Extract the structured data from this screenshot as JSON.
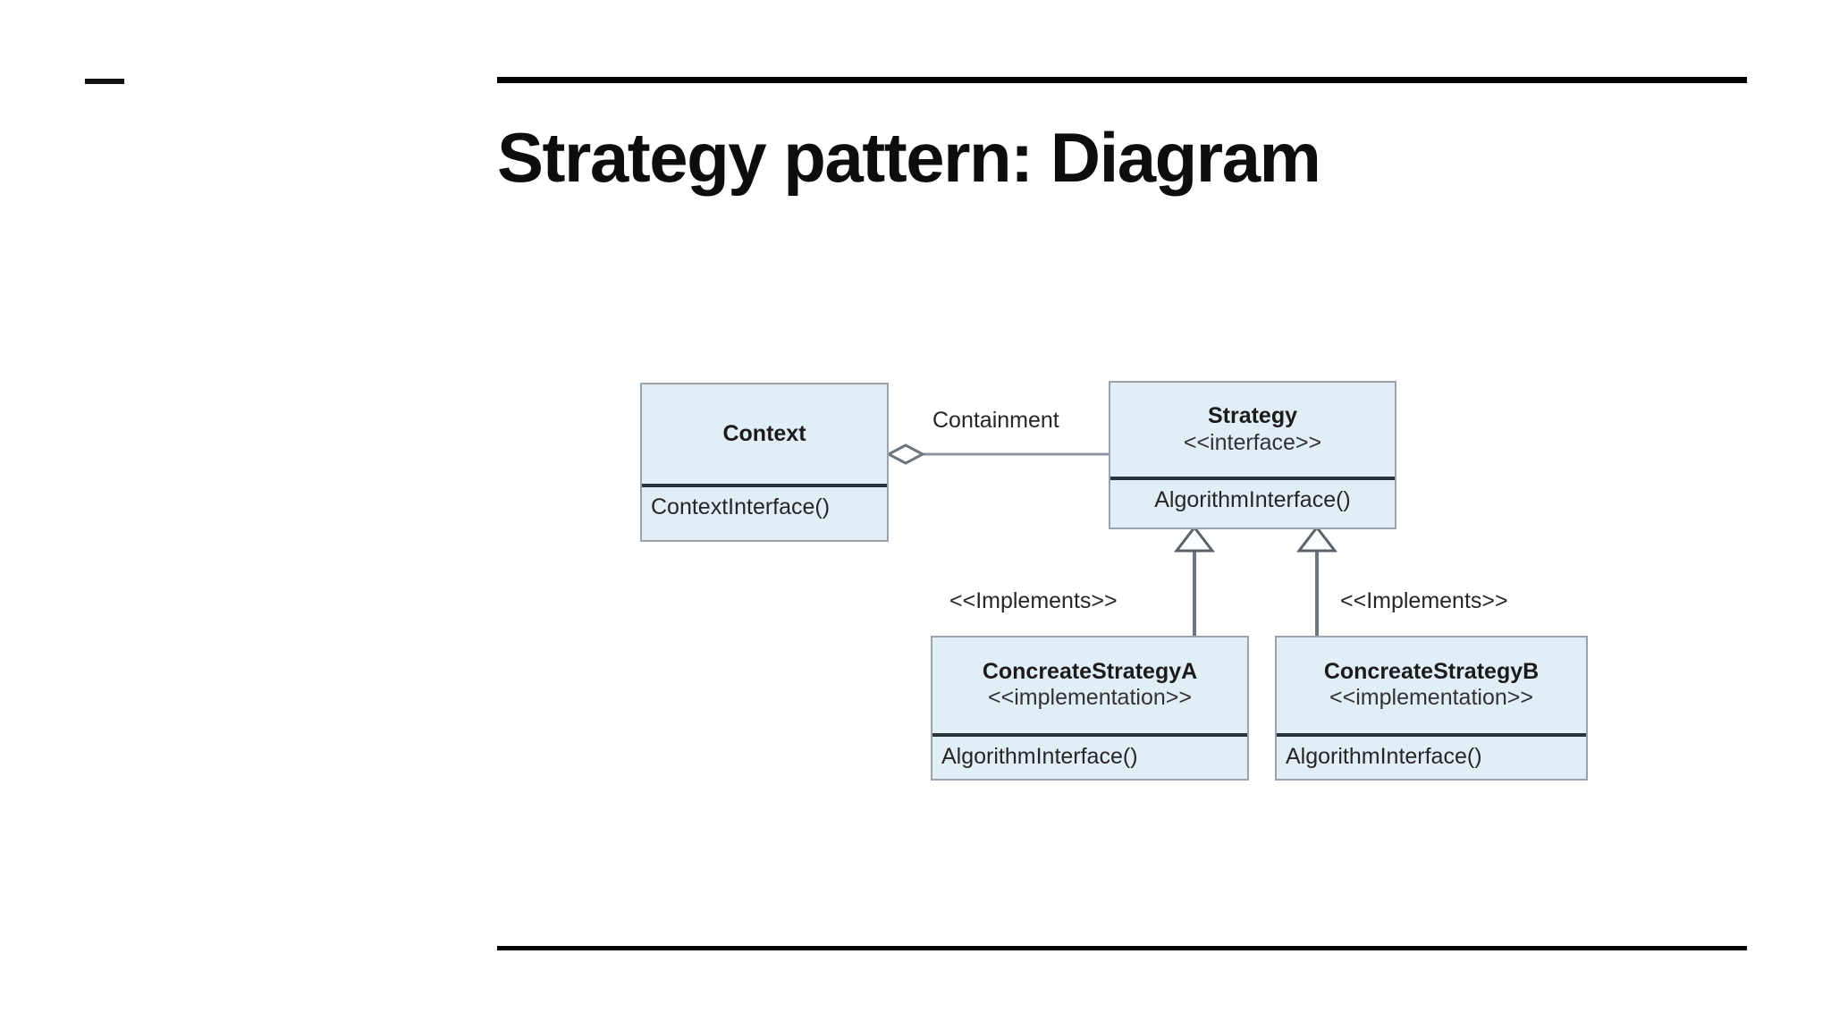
{
  "slide": {
    "title": "Strategy pattern: Diagram",
    "accent_rule_color": "#000000",
    "class_fill_color": "#e2eef6",
    "class_border_color": "#9aa3ad",
    "divider_color": "#2b333b"
  },
  "diagram": {
    "kind": "uml-class-diagram",
    "classes": [
      {
        "id": "context",
        "name": "Context",
        "stereotype": "",
        "methods": [
          "ContextInterface()"
        ]
      },
      {
        "id": "strategy",
        "name": "Strategy",
        "stereotype": "<<interface>>",
        "methods": [
          "AlgorithmInterface()"
        ]
      },
      {
        "id": "concrete_a",
        "name": "ConcreateStrategyA",
        "stereotype": "<<implementation>>",
        "methods": [
          "AlgorithmInterface()"
        ]
      },
      {
        "id": "concrete_b",
        "name": "ConcreateStrategyB",
        "stereotype": "<<implementation>>",
        "methods": [
          "AlgorithmInterface()"
        ]
      }
    ],
    "relations": [
      {
        "id": "containment",
        "type": "aggregation",
        "from": "context",
        "to": "strategy",
        "label": "Containment"
      },
      {
        "id": "implements_a",
        "type": "generalization",
        "from": "concrete_a",
        "to": "strategy",
        "label": "<<Implements>>"
      },
      {
        "id": "implements_b",
        "type": "generalization",
        "from": "concrete_b",
        "to": "strategy",
        "label": "<<Implements>>"
      }
    ]
  }
}
